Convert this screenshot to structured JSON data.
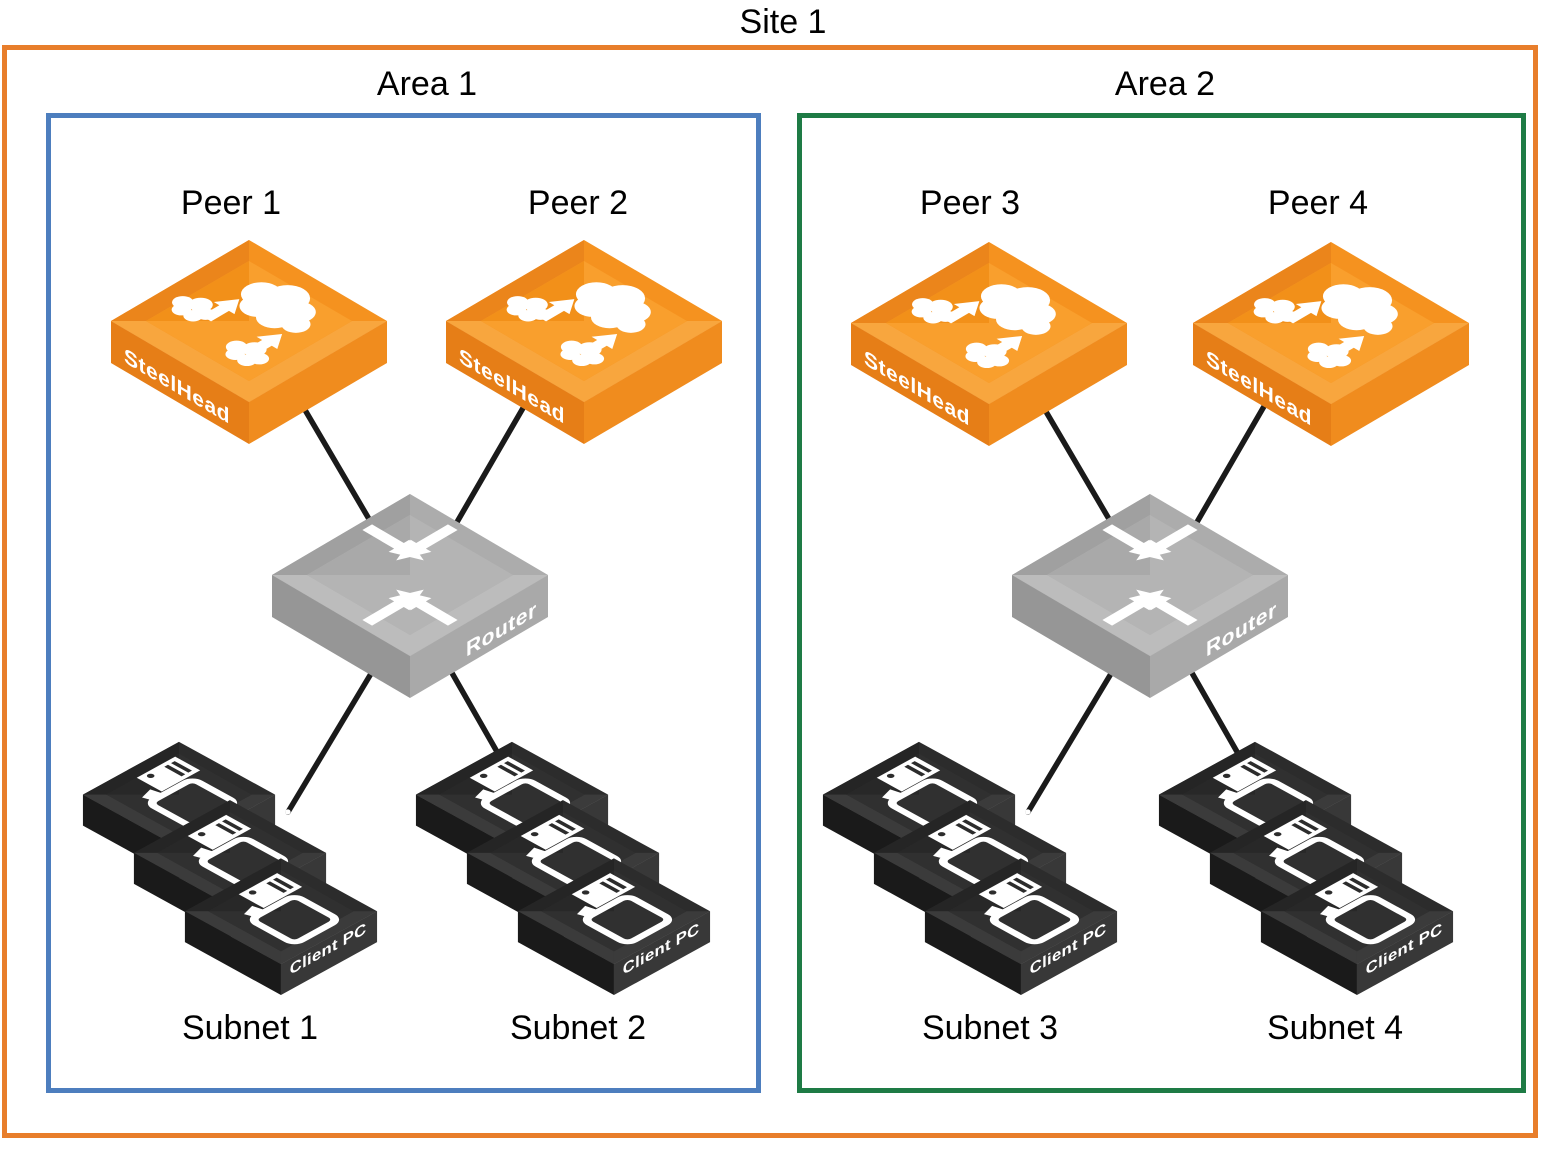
{
  "site": {
    "title": "Site 1"
  },
  "areas": [
    {
      "label": "Area 1",
      "border_color": "#4D7EBE",
      "peers": [
        {
          "label": "Peer 1"
        },
        {
          "label": "Peer 2"
        }
      ],
      "router": {
        "label": "Router"
      },
      "subnets": [
        {
          "label": "Subnet 1"
        },
        {
          "label": "Subnet 2"
        }
      ]
    },
    {
      "label": "Area 2",
      "border_color": "#1E7B45",
      "peers": [
        {
          "label": "Peer 3"
        },
        {
          "label": "Peer 4"
        }
      ],
      "router": {
        "label": "Router"
      },
      "subnets": [
        {
          "label": "Subnet 3"
        },
        {
          "label": "Subnet 4"
        }
      ]
    }
  ],
  "device_labels": {
    "steelhead": "SteelHead",
    "router": "Router",
    "client_pc": "Client PC"
  },
  "colors": {
    "site_border": "#E87E2B",
    "area1_border": "#4D7EBE",
    "area2_border": "#1E7B45",
    "steelhead_orange": "#F5921F",
    "router_gray": "#ACACAC",
    "client_pc_black": "#2C2C2C",
    "connection_line": "#1A1A1A"
  }
}
